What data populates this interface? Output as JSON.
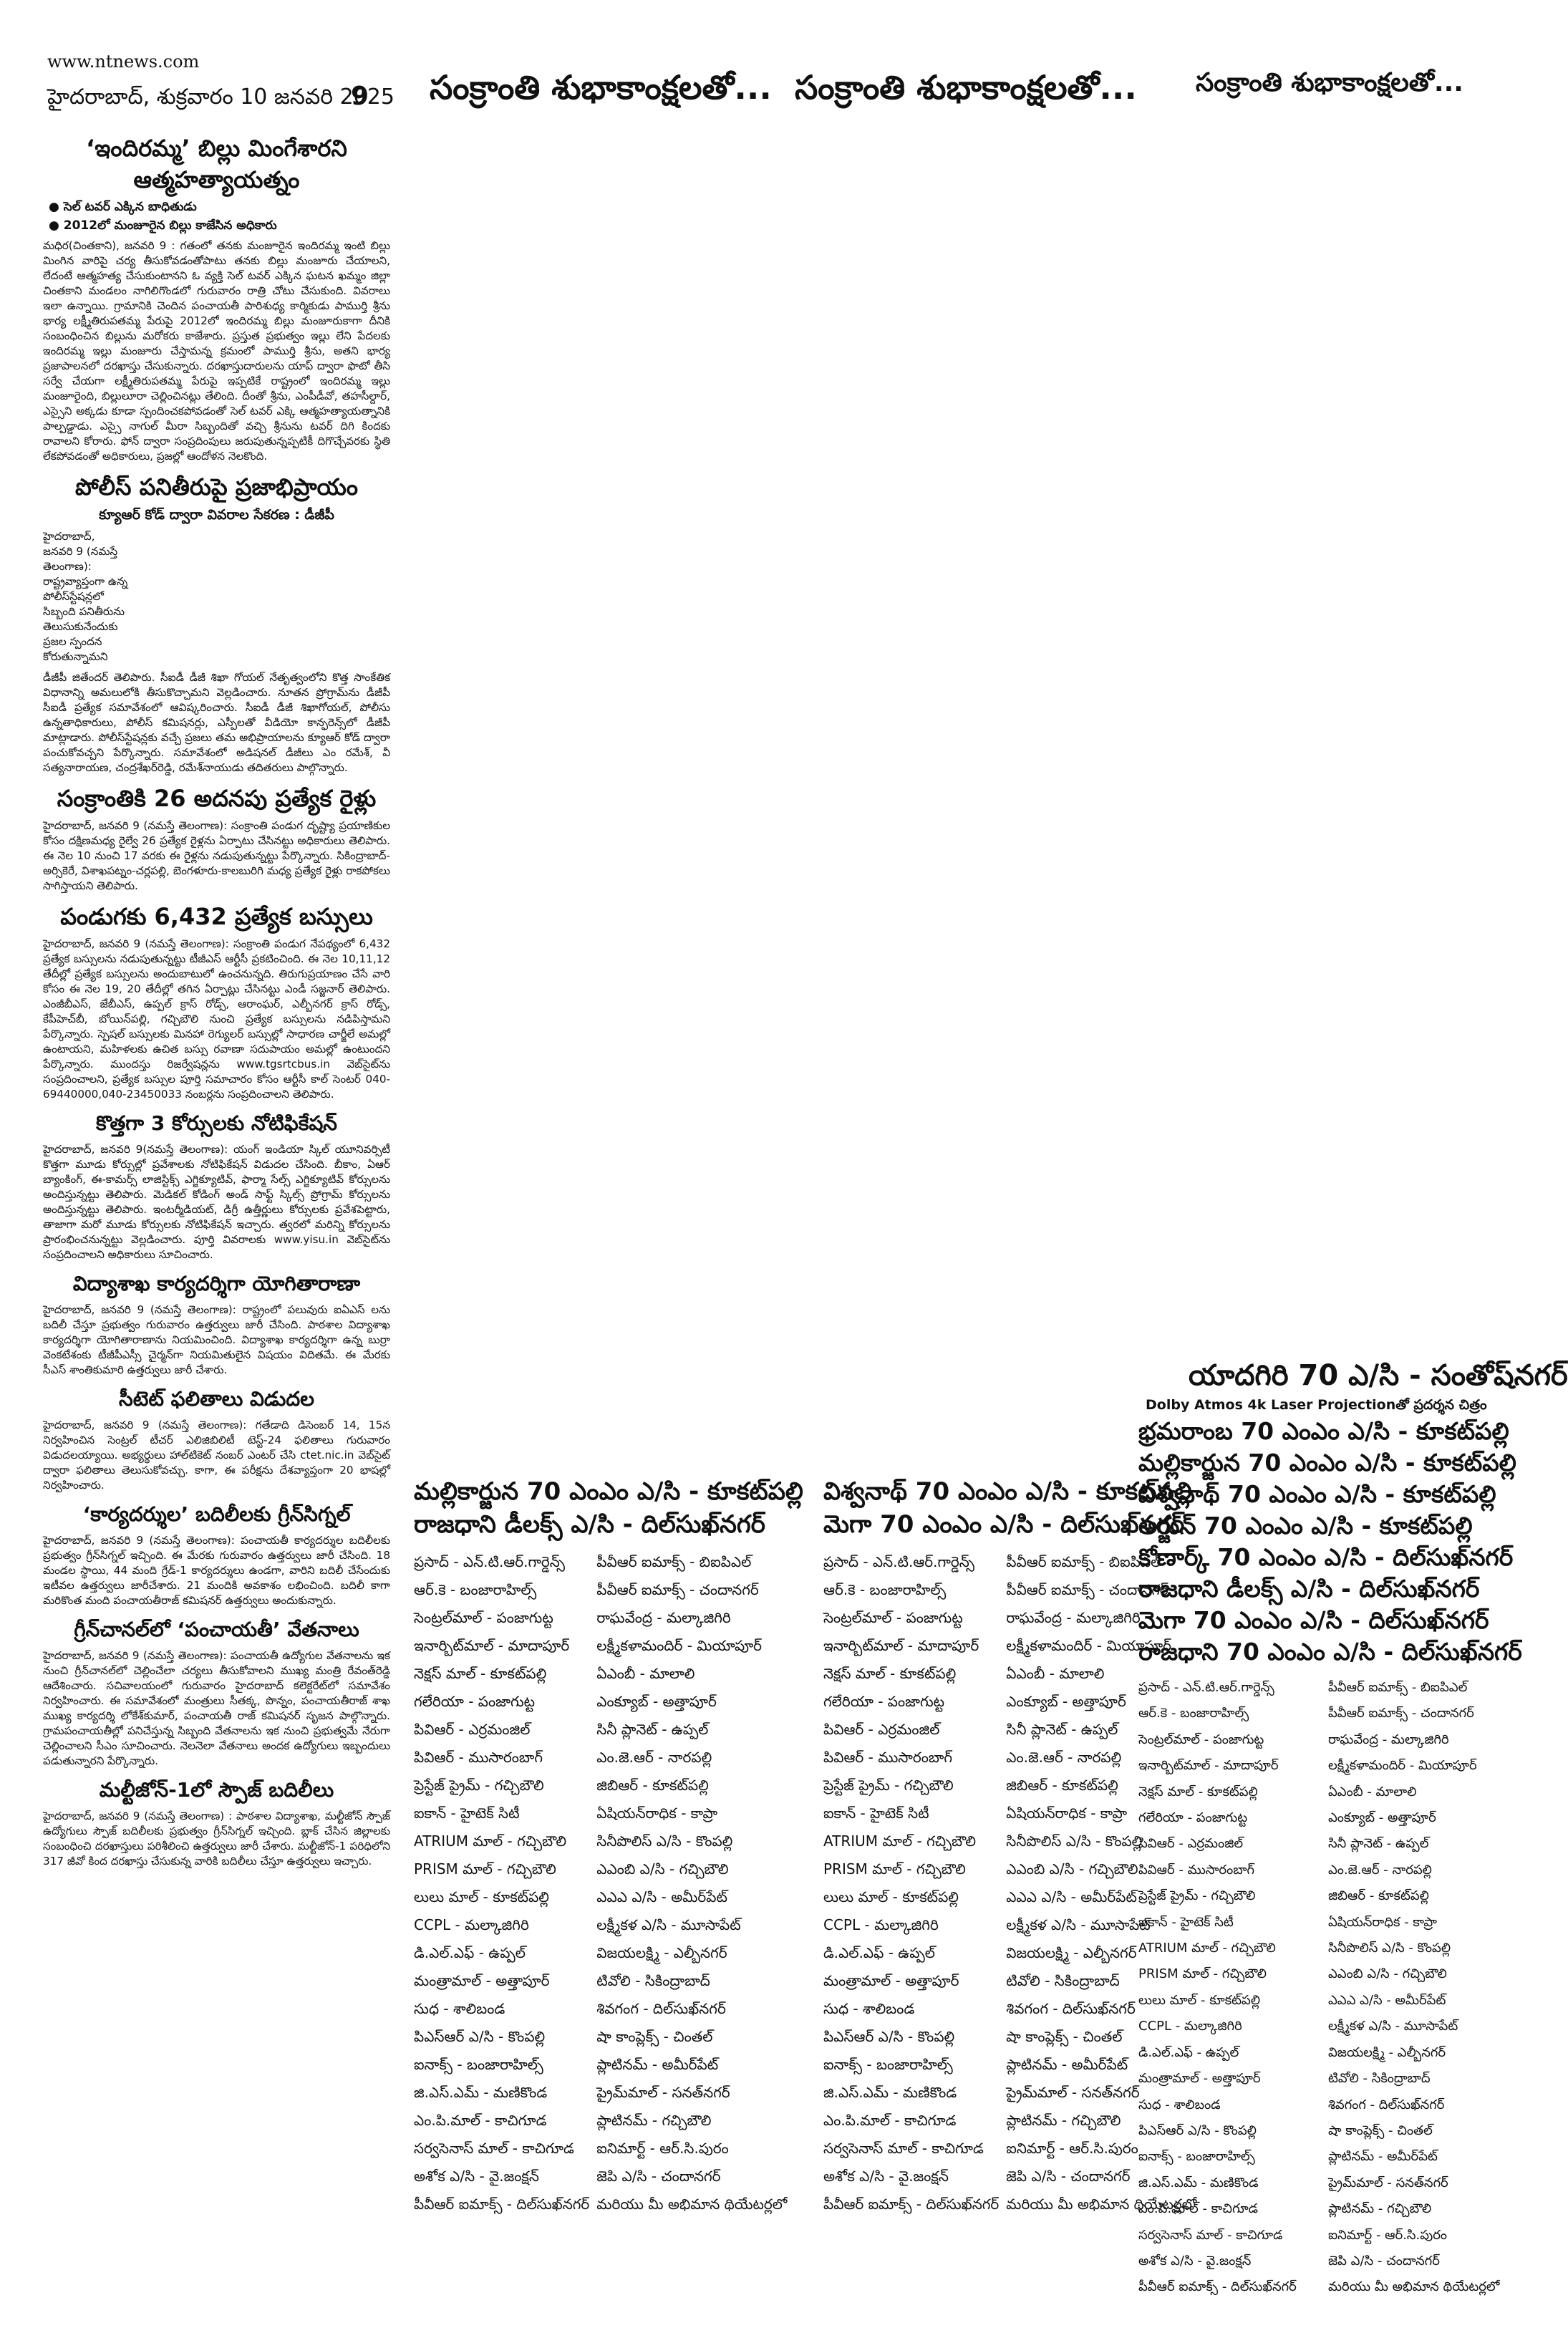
{
  "masthead": {
    "url": "www.ntnews.com",
    "dateline": "హైదరాబాద్, శుక్రవారం 10 జనవరి 2025",
    "page_no": "9",
    "greeting": "సంక్రాంతి శుభాకాంక్షలతో..."
  },
  "news": {
    "a1": {
      "title": "‘ఇందిరమ్మ’ బిల్లు మింగేశారని ఆత్మహత్యాయత్నం",
      "bullets": [
        "సెల్ టవర్ ఎక్కిన బాధితుడు",
        "2012లో మంజూరైన బిల్లు కాజేసిన అధికారు"
      ],
      "body": "మధిర(చింతకాని), జనవరి 9 : గతంలో తనకు మంజూరైన ఇందిరమ్మ ఇంటి బిల్లు మింగిన వారిపై చర్య తీసుకోవడంతోపాటు తనకు బిల్లు మంజూరు చేయాలని, లేదంటే ఆత్మహత్య చేసుకుంటానని ఓ వ్యక్తి సెల్ టవర్ ఎక్కిన ఘటన ఖమ్మం జిల్లా చింతకాని మండలం నాగిలిగొండలో గురువారం రాత్రి చోటు చేసుకుంది. వివరాలు ఇలా ఉన్నాయి. గ్రామానికి చెందిన పంచాయతీ పారిశుధ్య కార్మికుడు పాముర్తి శ్రీను భార్య లక్ష్మీతిరుపతమ్మ పేరుపై 2012లో ఇందిరమ్మ బిల్లు మంజూరుకాగా దీనికి సంబంధించిన బిల్లును మరోకరు కాజేశారు. ప్రస్తుత ప్రభుత్వం ఇల్లు లేని పేదలకు ఇందిరమ్మ ఇల్లు మంజూరు చేస్తామన్న క్రమంలో పాముర్తి శ్రీను, అతని భార్య ప్రజాపాలనలో దరఖాస్తు చేసుకున్నారు. దరఖాస్తుదారులను యాప్ ద్వారా ఫొటో తీసి సర్వే చేయగా లక్ష్మీతిరుపతమ్మ పేరుపై ఇప్పటికే రాష్ట్రంలో ఇందిరమ్మ ఇల్లు మంజూరైంది, బిల్లులూరా చెల్లించినట్లు తేలింది. దీంతో శ్రీను, ఎంపీడీవో, తహసీల్దార్, ఎస్సైని అక్కడు కూడా స్పందించకపోవడంతో సెల్ టవర్ ఎక్కి ఆత్మహత్యాయత్నానికి పాల్పడ్డాడు. ఎస్సై నాగుల్ మీరా సిబ్బందితో వచ్చి శ్రీనును టవర్ దిగి కిందకు రావాలని కోరారు. ఫోన్ ద్వారా సంప్రదింపులు జరుపుతున్నప్పటికీ దిగొచ్చేవరకు స్థితి లేకపోవడంతో అధికారులు, ప్రజల్లో ఆందోళన నెలకొంది."
    },
    "a2": {
      "title": "పోలీస్ పనితీరుపై ప్రజాభిప్రాయం",
      "subtitle": "క్యూఆర్ కోడ్ ద్వారా వివరాల సేకరణ : డీజీపీ",
      "narrow_lines": [
        "హైదరాబాద్,",
        "జనవరి 9 (నమస్తే",
        "తెలంగాణ):",
        "రాష్ట్రవ్యాప్తంగా ఉన్న",
        "పోలీస్‌స్టేషన్లలో",
        "సిబ్బంది పనితీరును",
        "తెలుసుకునేందుకు",
        "ప్రజల       స్పందన",
        "కోరుతున్నామని"
      ],
      "body": "డీజీపీ జితేందర్ తెలిపారు. సీఐడీ డీజీ శిఖా గోయల్ నేతృత్వంలోని కొత్త సాంకేతిక విధానాన్ని అమలులోకి తీసుకొచ్చామని వెల్లడించారు. నూతన ప్రోగ్రామ్‌ను డీజీపీ సీఐడీ ప్రత్యేక సమావేశంలో ఆవిష్కరించారు. సీఐడీ డీజీ శిఖాగోయల్, పోలీసు ఉన్నతాధికారులు, పోలీస్ కమిషనర్లు, ఎస్పీలతో వీడియో కాన్ఫరెన్స్‌లో డీజీపీ మాట్లాడారు. పోలీస్‌స్టేషన్లకు వచ్చే ప్రజలు తమ అభిప్రాయాలను క్యూఆర్ కోడ్ ద్వారా పంచుకోవచ్చని పేర్కొన్నారు. సమావేశంలో అడిషనల్ డీజీలు ఎం రమేశ్, వీ సత్యనారాయణ, చంద్రశేఖర్‌రెడ్డి, రమేశ్‌నాయుడు తదితరులు పాల్గొన్నారు."
    },
    "a3": {
      "title": "సంక్రాంతికి 26 అదనపు ప్రత్యేక రైళ్లు",
      "body": "హైదరాబాద్, జనవరి 9 (నమస్తే తెలంగాణ): సంక్రాంతి పండుగ దృష్ట్యా ప్రయాణికుల కోసం దక్షిణమధ్య రైల్వే 26 ప్రత్యేక రైళ్లను ఏర్పాటు చేసినట్టు అధికారులు తెలిపారు. ఈ నెల 10 నుంచి 17 వరకు ఈ రైళ్లను నడుపుతున్నట్టు పేర్కొన్నారు. సికింద్రాబాద్-అర్సికెరే, విశాఖపట్నం-చర్లపల్లి, బెంగళూరు-కాలబురిగి మధ్య ప్రత్యేక రైళ్లు రాకపోకలు సాగిస్తాయని తెలిపారు."
    },
    "a4": {
      "title": "పండుగకు 6,432 ప్రత్యేక బస్సులు",
      "body": "హైదరాబాద్, జనవరి 9 (నమస్తే తెలంగాణ): సంక్రాంతి పండుగ నేపథ్యంలో 6,432 ప్రత్యేక బస్సులను నడుపుతున్నట్టు టీజీఎస్ ఆర్టీసీ ప్రకటించింది. ఈ నెల 10,11,12 తేదీల్లో ప్రత్యేక బస్సులను అందుబాటులో ఉంచనున్నది. తిరుగుప్రయాణం చేసే వారి కోసం ఈ నెల 19, 20 తేదీల్లో తగిన ఏర్పాట్లు చేసినట్టు ఎండీ సజ్జనార్ తెలిపారు. ఎంజీబీఎస్, జేబీఎస్, ఉప్పల్ క్రాస్ రోడ్స్, ఆరాంఘర్, ఎల్బీనగర్ క్రాస్ రోడ్స్, కేపీహెచ్‌బీ, బోయిన్‌పల్లి, గచ్చిబౌలి నుంచి ప్రత్యేక బస్సులను నడిపిస్తామని పేర్కొన్నారు. స్పెషల్ బస్సులకు మినహా రెగ్యులర్ బస్సుల్లో సాధారణ చార్జీలే అమల్లో ఉంటాయని, మహిళలకు ఉచిత బస్సు రవాణా సదుపాయం అమల్లో ఉంటుందని పేర్కొన్నారు. ముందస్తు రిజర్వేషన్లను www.tgsrtcbus.in వెబ్‌సైట్‌ను సంప్రదించాలని, ప్రత్యేక బస్సుల పూర్తి సమాచారం కోసం ఆర్టీసీ కాల్ సెంటర్ 040-69440000,040-23450033 నంబర్లను సంప్రదించాలని తెలిపారు."
    },
    "a5": {
      "title": "కొత్తగా 3 కోర్సులకు నోటిఫికేషన్",
      "body": "హైదరాబాద్, జనవరి 9(నమస్తే తెలంగాణ): యంగ్ ఇండియా స్కిల్ యూనివర్సిటీ కొత్తగా మూడు కోర్సుల్లో ప్రవేశాలకు నోటిఫికేషన్ విడుదల చేసింది. బీకాం, ఏఆర్ బ్యాంకింగ్, ఈ-కామర్స్ లాజిస్టిక్స్ ఎగ్జిక్యూటివ్, ఫార్మా సేల్స్ ఎగ్జిక్యూటివ్ కోర్సులను అందిస్తున్నట్టు తెలిపారు. మెడికల్ కోడింగ్ అండ్ సాఫ్ట్ స్కిల్స్ ప్రోగ్రామ్ కోర్సులను అందిస్తున్నట్టు తెలిపారు. ఇంటర్మీడియట్, డిగ్రీ ఉత్తీర్ణులు కోర్సులకు ప్రవేశపెట్టారు, తాజాగా మరో మూడు కోర్సులకు నోటిఫికేషన్ ఇచ్చారు. త్వరలో మరిన్ని కోర్సులను ప్రారంభించనున్నట్టు వెల్లడించారు. పూర్తి వివరాలకు www.yisu.in వెబ్‌సైట్‌ను సంప్రదించాలని అధికారులు సూచించారు."
    },
    "a6": {
      "title": "విద్యాశాఖ కార్యదర్శిగా యోగితారాణా",
      "body": "హైదరాబాద్, జనవరి 9 (నమస్తే తెలంగాణ): రాష్ట్రంలో పలువురు ఐఏఎస్ లను బదిలీ చేస్తూ ప్రభుత్వం గురువారం ఉత్తర్వులు జారీ చేసింది. పాఠశాల విద్యాశాఖ కార్యదర్శిగా యోగితారాణాను నియమించింది. విద్యాశాఖ కార్యదర్శిగా ఉన్న బుర్రా వెంకటేశంకు టీజీపీఎస్సీ చైర్మన్‌గా నియమితులైన విషయం విదితమే. ఈ మేరకు సీఎస్ శాంతికుమారి ఉత్తర్వులు జారీ చేశారు."
    },
    "a7": {
      "title": "సీటెట్ ఫలితాలు విడుదల",
      "body": "హైదరాబాద్, జనవరి 9 (నమస్తే తెలంగాణ): గతేడాది డిసెంబర్ 14, 15న నిర్వహించిన సెంట్రల్ టీచర్ ఎలిజిబిలిటీ టెస్ట్-24 ఫలితాలు గురువారం విడుదలయ్యాయి. అభ్యర్థులు హాల్‌టికెట్ నంబర్‌ ఎంటర్ చేసి ctet.nic.in వెబ్‌సైట్ ద్వారా ఫలితాలు తెలుసుకోవచ్చు. కాగా, ఈ పరీక్షను దేశవ్యాప్తంగా 20 భాషల్లో నిర్వహించారు."
    },
    "a8": {
      "title": "‘కార్యదర్శుల’ బదిలీలకు గ్రీన్‌సిగ్నల్",
      "body": "హైదరాబాద్, జనవరి 9 (నమస్తే తెలంగాణ): పంచాయతీ కార్యదర్శుల బదిలీలకు ప్రభుత్వం గ్రీన్‌సిగ్నల్ ఇచ్చింది. ఈ మేరకు గురువారం ఉత్తర్వులు జారీ చేసింది. 18 మండల స్థాయి, 44 మంది గ్రేడ్-1 కార్యదర్శులు ఉండగా, వారిని బదిలీ చేసేందుకు ఇటీవల ఉత్తర్వులు జారీచేశారు. 21 మందికి అవకాశం లభించింది. బదిలీ కాగా మరికొంత మంది పంచాయతీరాజ్ కమిషనర్ ఉత్తర్వులు అందుకున్నారు."
    },
    "a9": {
      "title": "గ్రీన్‌చానల్‌లో ‘పంచాయతీ’ వేతనాలు",
      "body": "హైదరాబాద్, జనవరి 9 (నమస్తే తెలంగాణ): పంచాయతీ ఉద్యోగుల వేతనాలను ఇక నుంచి గ్రీన్‌చానల్‌లో చెల్లించేలా చర్యలు తీసుకోవాలని ముఖ్య మంత్రి రేవంత్‌రెడ్డి ఆదేశించారు. సచివాలయంలో గురువారం హైదరాబాద్ కలెక్టరేట్‌లో సమావేశం నిర్వహించారు. ఈ సమావేశంలో మంత్రులు సీతక్క, పొన్నం, పంచాయతీరాజ్ శాఖ ముఖ్య కార్యదర్శి లోకేశ్‌కుమార్, పంచాయతీ రాజ్ కమిషనర్ సృజన పాల్గొన్నారు. గ్రామపంచాయతీల్లో పనిచేస్తున్న సిబ్బంది వేతనాలను ఇక నుంచి ప్రభుత్వమే నేరుగా చెల్లించాలని సీఎం సూచించారు. నెలనెలా వేతనాలు అందక ఉద్యోగులు ఇబ్బందులు పడుతున్నారని పేర్కొన్నారు."
    },
    "a10": {
      "title": "మల్టీజోన్-1లో స్పౌజ్ బదిలీలు",
      "body": "హైదరాబాద్, జనవరి 9 (నమస్తే తెలంగాణ) : పాఠశాల విద్యాశాఖ, మల్టీజోన్ స్పౌజ్ ఉద్యోగులు స్పౌజ్ బదిలీలకు ప్రభుత్వం గ్రీన్‌సిగ్నల్ ఇచ్చింది. బ్లాక్ చేసిన జిల్లాలకు సంబంధించి దరఖాస్తులు పరిశీలించి ఉత్తర్వులు జారీ చేశారు. మల్టీజోన్-1 పరిధిలోని 317 జీవో కింద దరఖాస్తు చేసుకున్న వారికి బదిలీలు చేస్తూ ఉత్తర్వులు ఇచ్చారు."
    }
  },
  "cinema": {
    "right_header": {
      "yadagiri": "యాదగిరి 70 ఎ/సి - సంతోష్‌నగర్",
      "dolby": "Dolby Atmos 4k Laser Projectionతో ప్రదర్శన చిత్రం",
      "halls": [
        "భ్రమరాంబ 70 ఎంఎం ఎ/సి - కూకట్‌పల్లి",
        "మల్లికార్జున 70 ఎంఎం ఎ/సి - కూకట్‌పల్లి",
        "విశ్వనాథ్ 70 ఎంఎం ఎ/సి - కూకట్‌పల్లి",
        "అర్జున్ 70 ఎంఎం ఎ/సి - కూకట్‌పల్లి",
        "కోణార్క్ 70 ఎంఎం ఎ/సి - దిల్‌సుఖ్‌నగర్",
        "రాజధాని డీలక్స్ ఎ/సి - దిల్‌సుఖ్‌నగర్",
        "మెగా 70 ఎంఎం ఎ/సి - దిల్‌సుఖ్‌నగర్",
        "రాజధాని 70 ఎంఎం ఎ/సి - దిల్‌సుఖ్‌నగర్"
      ]
    },
    "ad1_header": [
      "మల్లికార్జున 70 ఎంఎం ఎ/సి - కూకట్‌పల్లి",
      "రాజధాని డీలక్స్ ఎ/సి - దిల్‌సుఖ్‌నగర్"
    ],
    "ad2_header": [
      "విశ్వనాథ్ 70 ఎంఎం ఎ/సి - కూకట్‌పల్లి",
      "మెగా 70 ఎంఎం ఎ/సి - దిల్‌సుఖ్‌నగర్"
    ],
    "theatres": [
      "ప్రసాద్ - ఎన్.టి.ఆర్.గార్డెన్స్",
      "పీవీఆర్ ఐమాక్స్ - బిఐపిఎల్",
      "ఆర్.కె - బంజారాహిల్స్",
      "పీవీఆర్ ఐమాక్స్ - చందానగర్",
      "సెంట్రల్‌మాల్ - పంజాగుట్ట",
      "రాఘవేంద్ర - మల్కాజిగిరి",
      "ఇనార్బిట్‌మాల్ - మాదాపూర్",
      "లక్ష్మీకళామందిర్ - మియాపూర్",
      "నెక్షస్ మాల్ - కూకట్‌పల్లి",
      "ఏఎంబీ - మాలాలి",
      "గలేరియా - పంజాగుట్ట",
      "ఎంక్యూబ్ - అత్తాపూర్",
      "పివిఆర్ - ఎర్రమంజిల్",
      "సినీ ప్లానెట్ - ఉప్పల్",
      "పివిఆర్ - ముసారంబాగ్",
      "ఎం.జె.ఆర్ - నారపల్లి",
      "ప్రెస్టేజ్ ప్రైమ్ - గచ్చిబౌలి",
      "జిబిఆర్ - కూకట్‌పల్లి",
      "ఐకాన్ - హైటెక్ సిటీ",
      "ఏషియన్‌రాధిక - కాప్రా",
      "ATRIUM మాల్ - గచ్చిబౌలి",
      "సినీపొలిస్ ఎ/సి - కొంపల్లి",
      "PRISM మాల్ - గచ్చిబౌలి",
      "ఎఎంబి ఎ/సి - గచ్చిబౌలి",
      "లులు మాల్ - కూకట్‌పల్లి",
      "ఎఎఎ ఎ/సి - అమీర్‌పేట్",
      "CCPL - మల్కాజిగిరి",
      "లక్ష్మీకళ ఎ/సి - మూసాపేట్",
      "డి.ఎల్.ఎఫ్ - ఉప్పల్",
      "విజయలక్ష్మి - ఎల్బీనగర్",
      "మంత్రామాల్ - అత్తాపూర్",
      "టివోలి - సికింద్రాబాద్",
      "సుధ - శాలిబండ",
      "శివగంగ - దిల్‌సుఖ్‌నగర్",
      "పిఎస్ఆర్ ఎ/సి - కొంపల్లి",
      "షా కాంప్లెక్స్ - చింతల్",
      "ఐనాక్స్ - బంజారాహిల్స్",
      "ప్లాటినమ్ - అమీర్‌పేట్",
      "జి.ఎస్.ఎమ్ - మణికొండ",
      "ప్రైమ్‌మాల్ - సనత్‌నగర్",
      "ఎం.పి.మాల్ - కాచిగూడ",
      "ప్లాటినమ్ - గచ్చిబౌలి",
      "సర్వసెనాస్ మాల్ - కాచిగూడ",
      "ఐనిమార్ట్ - ఆర్.సి.పురం",
      "అశోక ఎ/సి - వై.జంక్షన్",
      "జెపి ఎ/సి - చందానగర్",
      "పీవీఆర్ ఐమాక్స్ - దిల్‌సుఖ్‌నగర్",
      "మరియు మీ అభిమాన థియేటర్లలో"
    ]
  }
}
